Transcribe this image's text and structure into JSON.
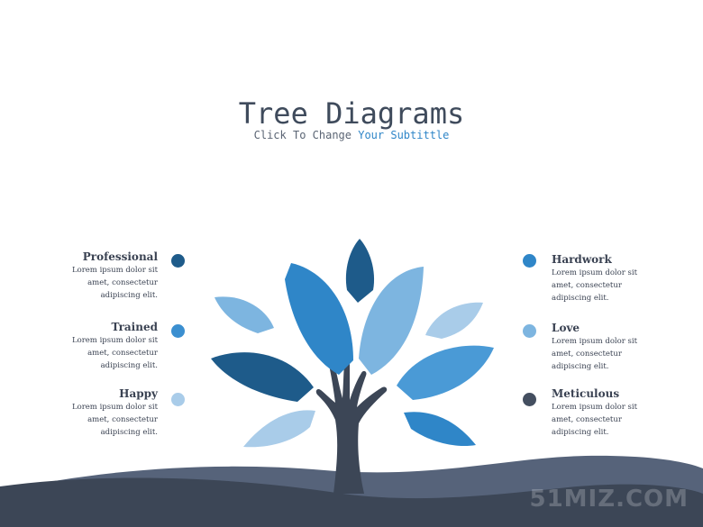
{
  "title": "Tree Diagrams",
  "subtitle": {
    "prefix": "Click To Change ",
    "accent": "Your Subtittle"
  },
  "left_items": [
    {
      "heading": "Professional",
      "line1": "Lorem ipsum dolor sit",
      "line2": "amet, consectetur",
      "line3": "adipiscing elit.",
      "color": "#1e5b8a"
    },
    {
      "heading": "Trained",
      "line1": "Lorem ipsum dolor sit",
      "line2": "amet, consectetur",
      "line3": "adipiscing elit.",
      "color": "#3b8fd0"
    },
    {
      "heading": "Happy",
      "line1": "Lorem ipsum dolor sit",
      "line2": "amet, consectetur",
      "line3": "adipiscing elit.",
      "color": "#a9cce9"
    }
  ],
  "right_items": [
    {
      "heading": "Hardwork",
      "line1": "Lorem ipsum dolor sit",
      "line2": "amet, consectetur",
      "line3": "adipiscing elit.",
      "color": "#2f86c8"
    },
    {
      "heading": "Love",
      "line1": "Lorem ipsum dolor sit",
      "line2": "amet, consectetur",
      "line3": "adipiscing elit.",
      "color": "#7db5e0"
    },
    {
      "heading": "Meticulous",
      "line1": "Lorem ipsum dolor sit",
      "line2": "amet, consectetur",
      "line3": "adipiscing elit.",
      "color": "#444f60"
    }
  ],
  "watermark": "51MIZ.COM",
  "colors": {
    "dark_navy": "#3c4656",
    "deep_blue": "#1e5b8a",
    "mid_blue": "#2f86c8",
    "bright_blue": "#4a9ad6",
    "light_blue": "#7db5e0",
    "pale_blue": "#a9cce9"
  }
}
